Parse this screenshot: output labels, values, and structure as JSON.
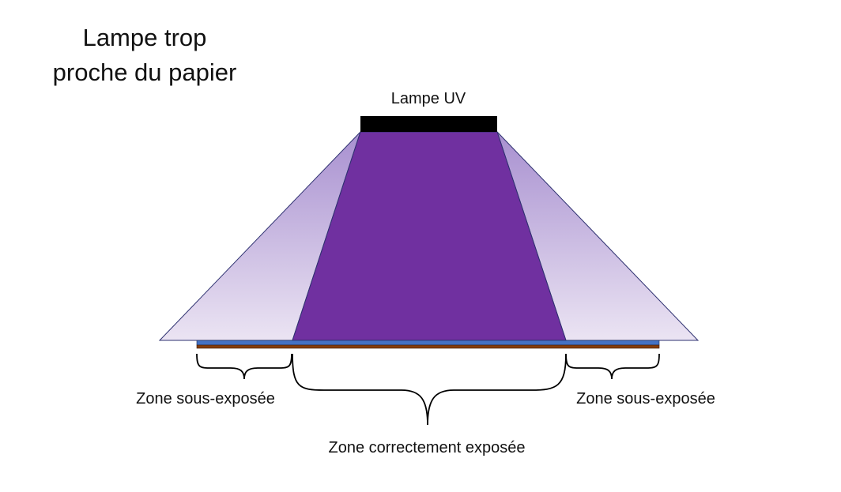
{
  "title": {
    "line1": "Lampe trop",
    "line2": "proche du papier"
  },
  "lamp": {
    "label": "Lampe UV"
  },
  "zones": {
    "left": "Zone sous-exposée",
    "right": "Zone sous-exposée",
    "center": "Zone correctement exposée"
  },
  "colors": {
    "lamp": "#000000",
    "beam_core": "#7030a0",
    "beam_edge_top": "#a890d0",
    "beam_edge_bottom": "#ebe4f3",
    "paper_top": "#4472c4",
    "paper_bottom": "#843c0c"
  }
}
